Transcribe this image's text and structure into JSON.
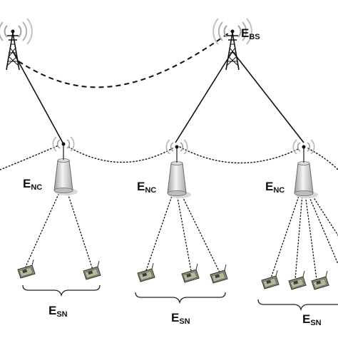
{
  "labels": {
    "base_station": {
      "main": "E",
      "sub": "BS"
    },
    "network_coordinator": {
      "main": "E",
      "sub": "NC"
    },
    "sensor_nodes": {
      "main": "E",
      "sub": "SN"
    }
  },
  "colors": {
    "line": "#111111",
    "signal_arc": "#9a9a9a",
    "coordinator_fill": "#e6e6e6",
    "sensor_fill": "#8a8f7a"
  },
  "icons": {
    "base_station": "cell-tower-icon",
    "coordinator": "wireless-coordinator-icon",
    "sensor": "sensor-node-icon"
  }
}
